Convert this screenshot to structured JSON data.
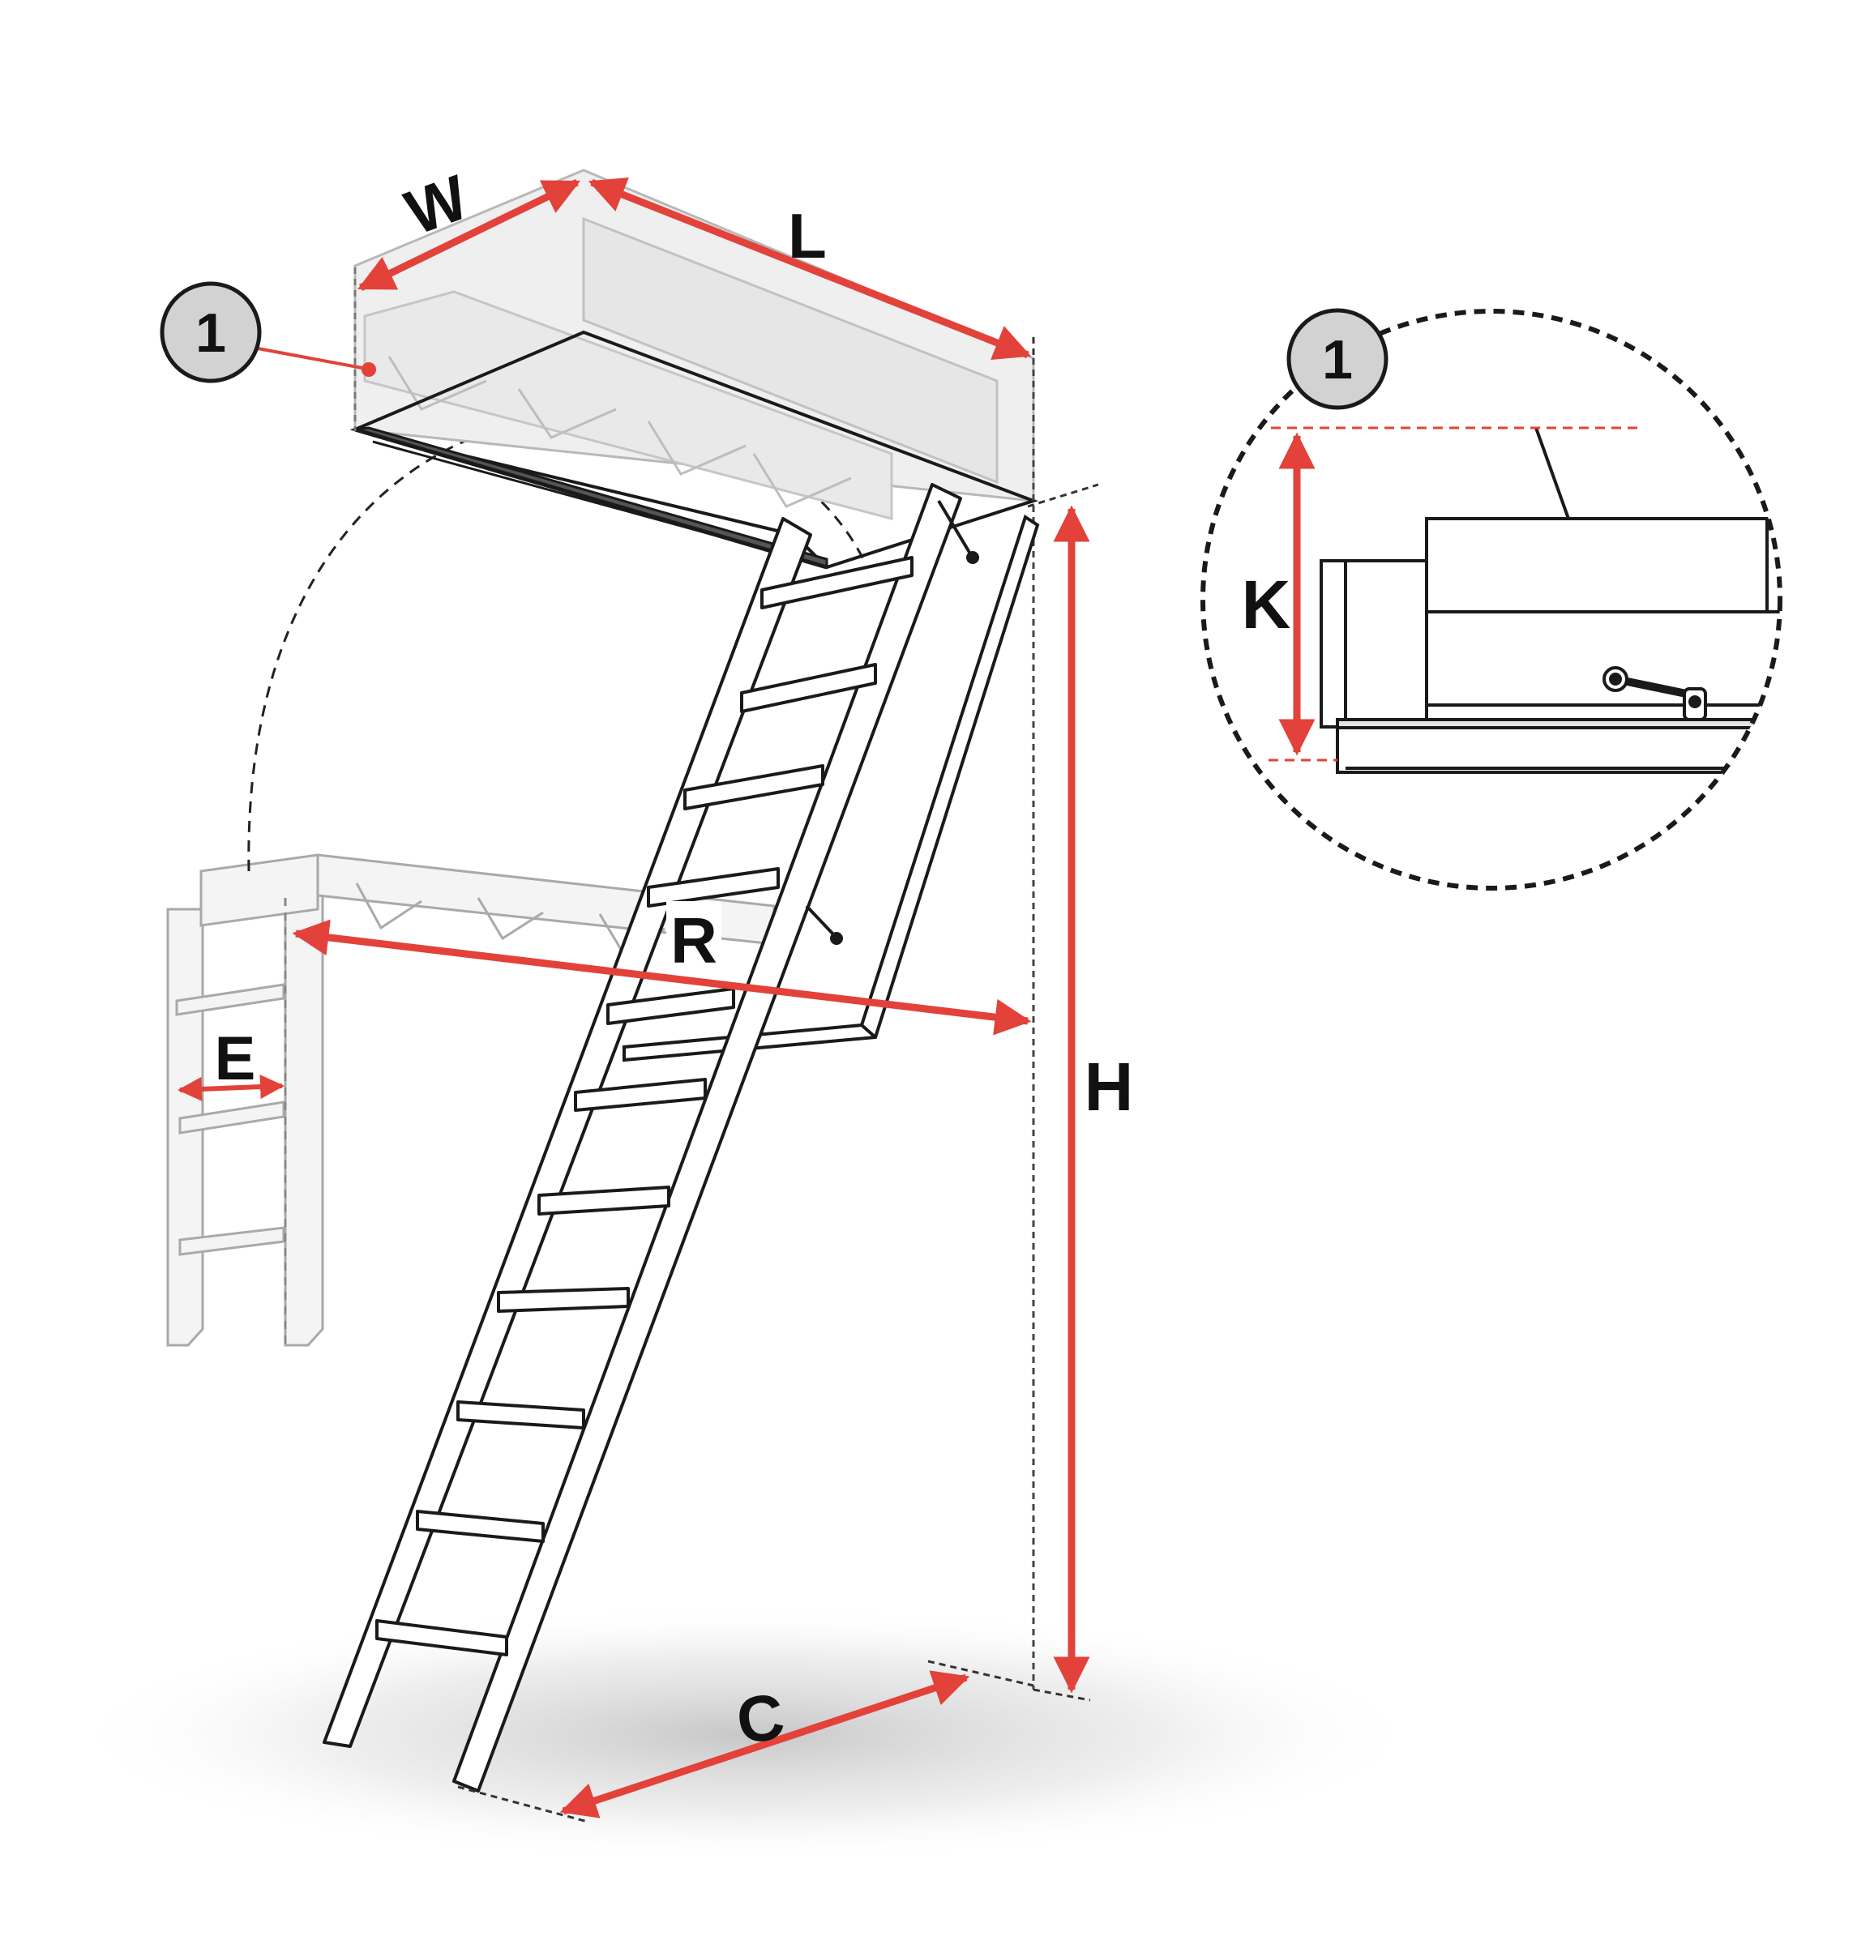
{
  "labels": {
    "W": "W",
    "L": "L",
    "R": "R",
    "E": "E",
    "H": "H",
    "C": "C",
    "K": "K"
  },
  "callouts": {
    "main": "1",
    "detail": "1"
  },
  "colors": {
    "dimension": "#e2423a",
    "outline": "#1a1a1a",
    "ghost": "#b5b5b5",
    "badge_fill": "#d2d2d2",
    "shadow": "#c8c8c8"
  }
}
